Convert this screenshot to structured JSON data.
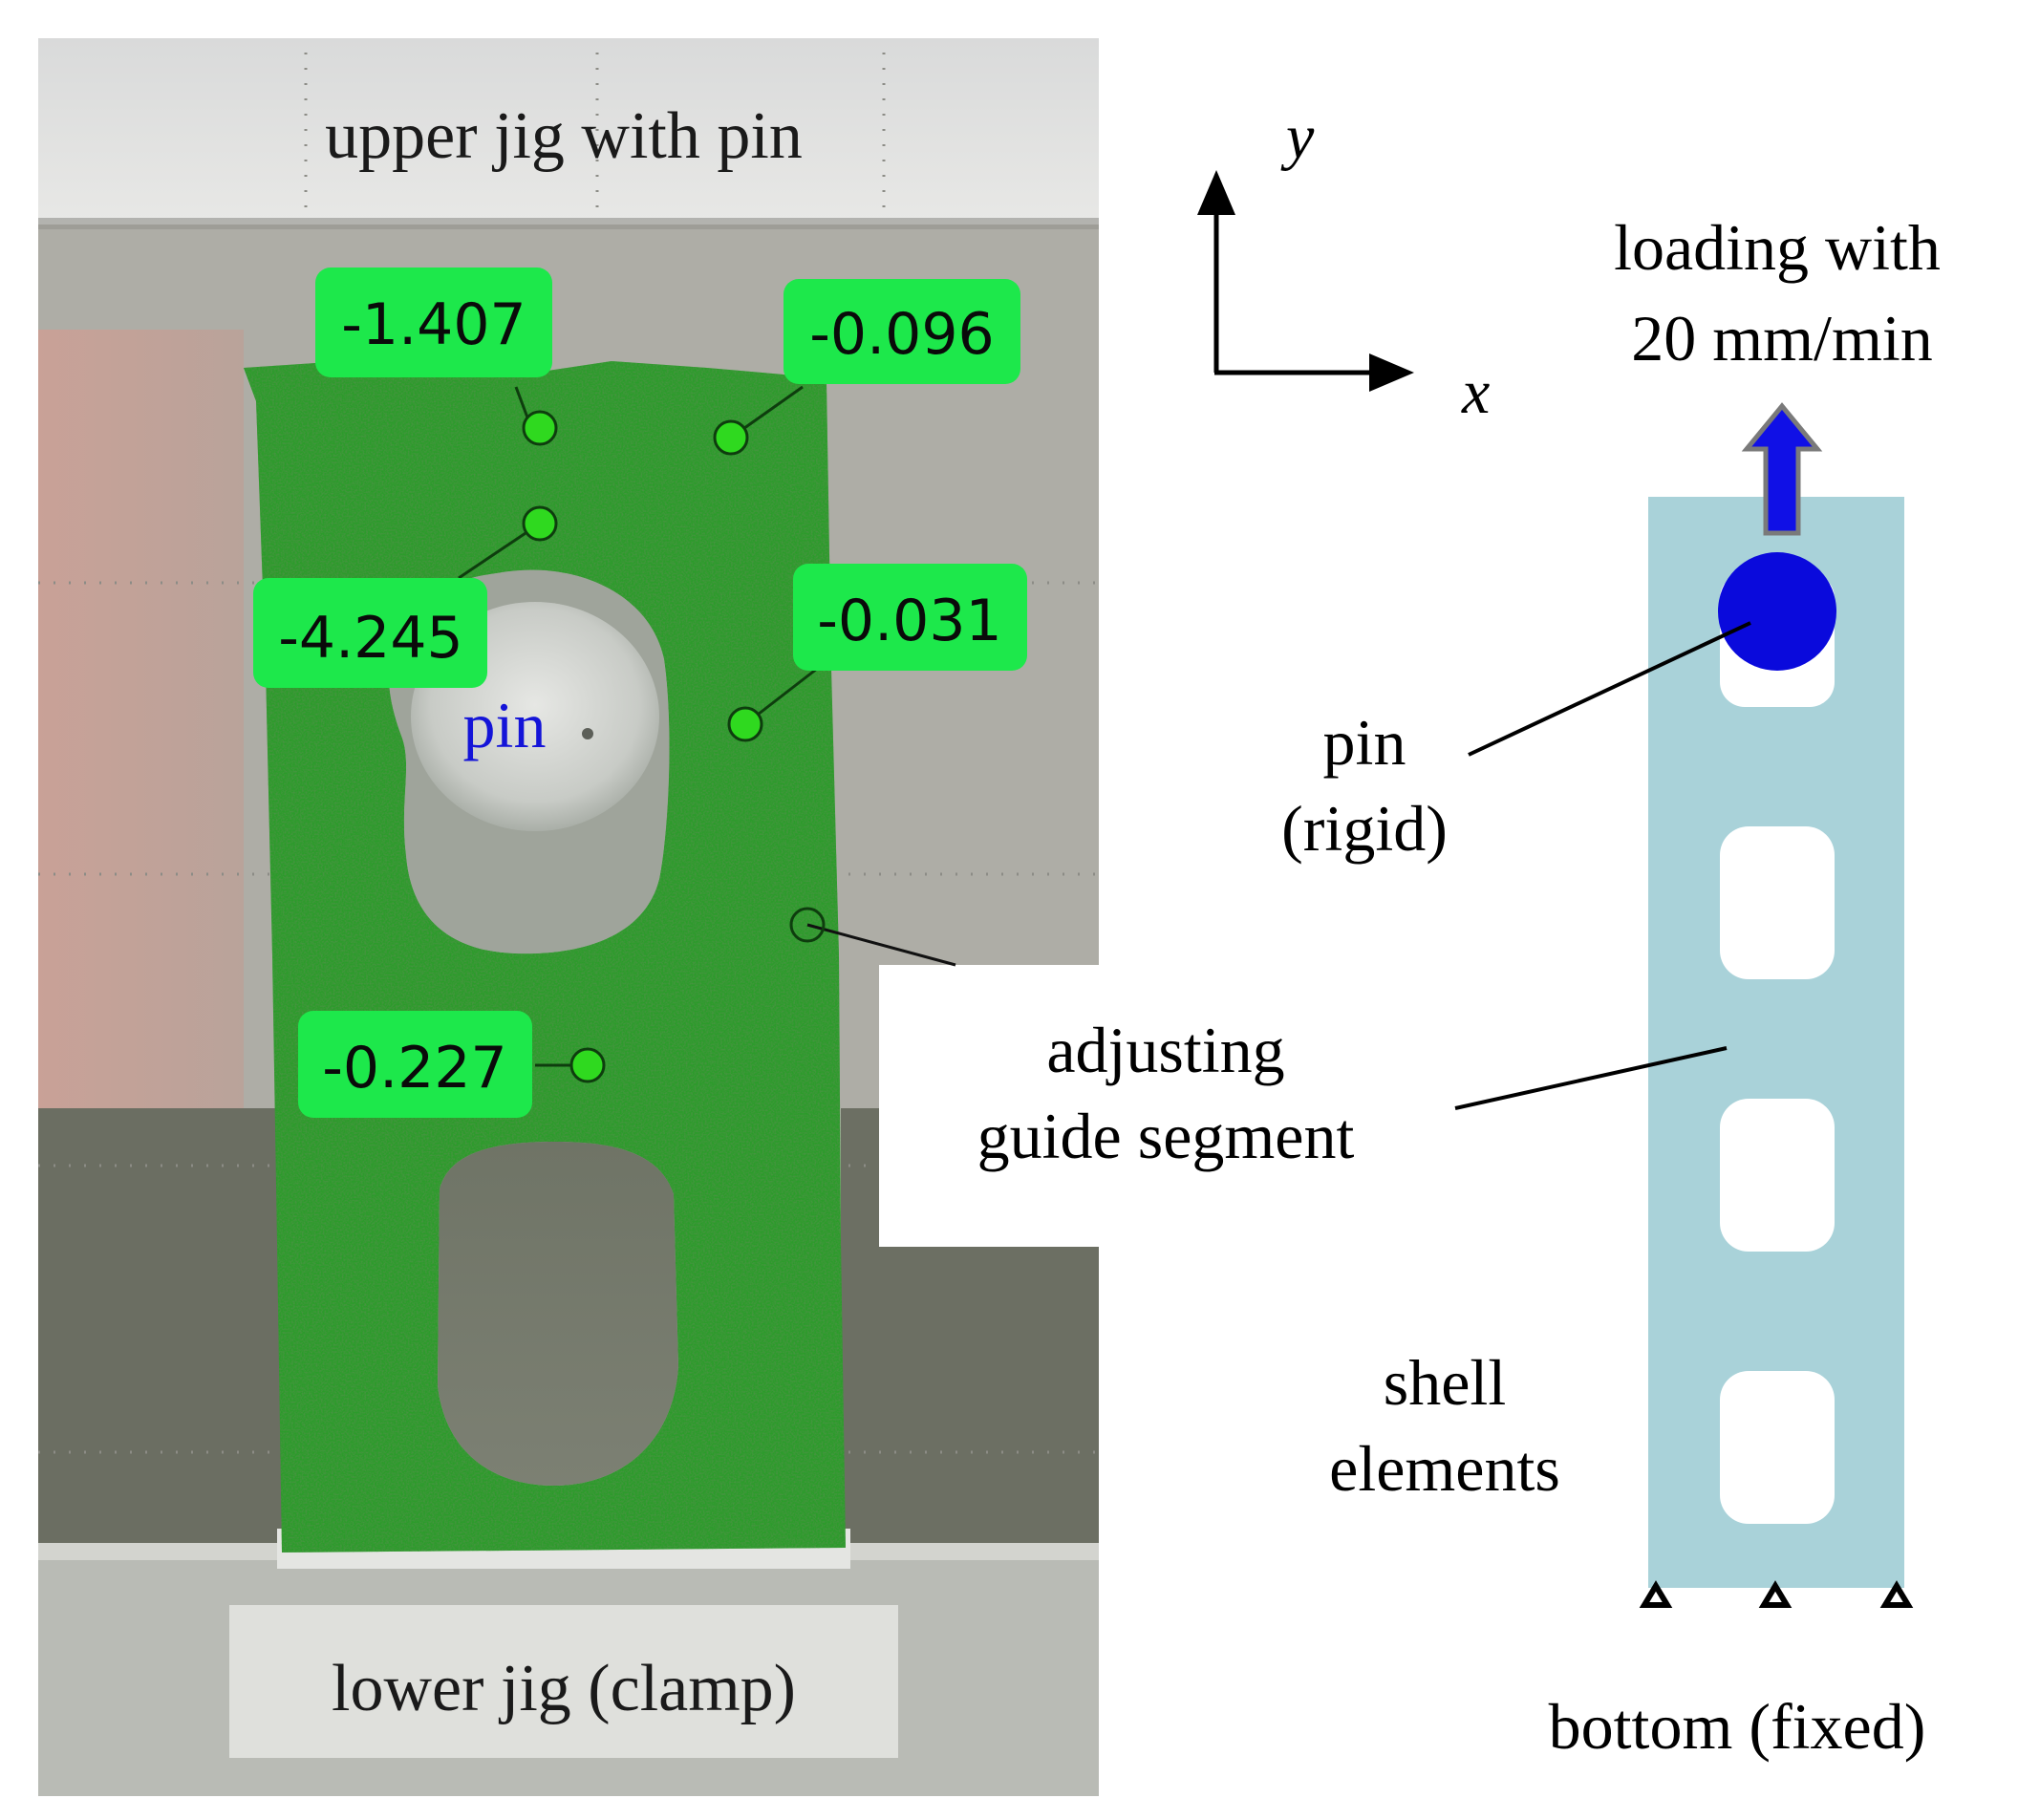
{
  "photo": {
    "top_label": "upper jig with pin",
    "bottom_label": "lower jig (clamp)",
    "pin_label": "pin",
    "measurements": [
      {
        "id": "m1",
        "value": "-1.407"
      },
      {
        "id": "m2",
        "value": "-0.096"
      },
      {
        "id": "m3",
        "value": "-4.245"
      },
      {
        "id": "m4",
        "value": "-0.031"
      },
      {
        "id": "m5",
        "value": "-0.227"
      }
    ],
    "colors": {
      "speckle": "#2f9e2a",
      "label_bg": "#1ee84a",
      "point": "#22c41a"
    }
  },
  "axes": {
    "y_label": "y",
    "x_label": "x"
  },
  "model": {
    "loading_line1": "loading with",
    "loading_line2": "20 mm/min",
    "pin_line1": "pin",
    "pin_line2": "(rigid)",
    "segment_line1": "adjusting",
    "segment_line2": "guide segment",
    "shell_line1": "shell",
    "shell_line2": "elements",
    "bottom_label": "bottom (fixed)",
    "colors": {
      "plate": "#a9d2d9",
      "pin": "#0a0adc",
      "arrow": "#1010e6"
    }
  }
}
